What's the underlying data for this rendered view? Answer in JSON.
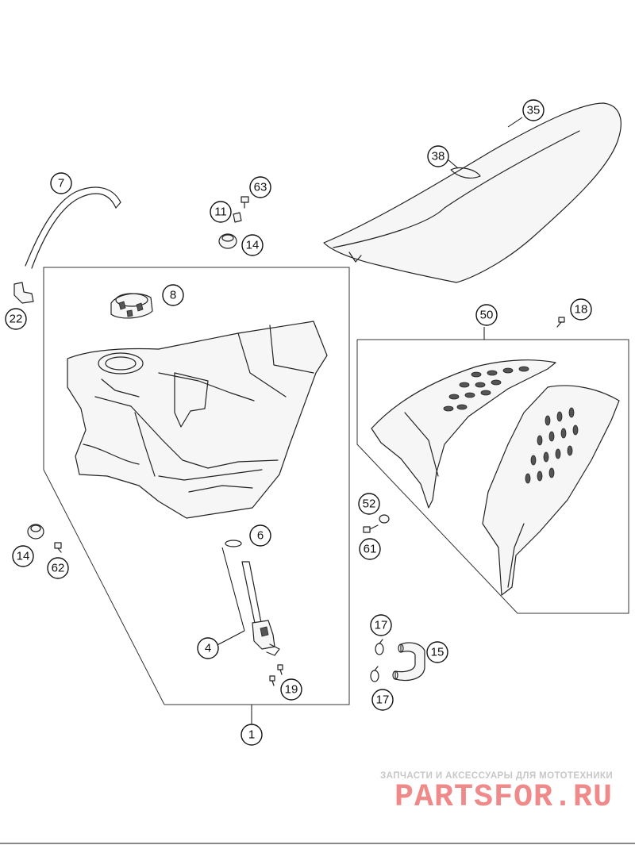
{
  "callouts": [
    {
      "id": "c1",
      "label": "1"
    },
    {
      "id": "c4",
      "label": "4"
    },
    {
      "id": "c6",
      "label": "6"
    },
    {
      "id": "c7",
      "label": "7"
    },
    {
      "id": "c8",
      "label": "8"
    },
    {
      "id": "c11",
      "label": "11"
    },
    {
      "id": "c14a",
      "label": "14"
    },
    {
      "id": "c14b",
      "label": "14"
    },
    {
      "id": "c15",
      "label": "15"
    },
    {
      "id": "c17a",
      "label": "17"
    },
    {
      "id": "c17b",
      "label": "17"
    },
    {
      "id": "c18",
      "label": "18"
    },
    {
      "id": "c19",
      "label": "19"
    },
    {
      "id": "c22",
      "label": "22"
    },
    {
      "id": "c35",
      "label": "35"
    },
    {
      "id": "c38",
      "label": "38"
    },
    {
      "id": "c50",
      "label": "50"
    },
    {
      "id": "c52",
      "label": "52"
    },
    {
      "id": "c61",
      "label": "61"
    },
    {
      "id": "c62",
      "label": "62"
    },
    {
      "id": "c63",
      "label": "63"
    }
  ],
  "watermark": {
    "caption": "ЗАПЧАСТИ И АКСЕССУАРЫ ДЛЯ МОТОТЕХНИКИ",
    "logo": "PARTSFOR.RU"
  },
  "colors": {
    "line": "#222222",
    "watermark_logo": "#f08a8a",
    "watermark_caption": "#c7c7c7"
  }
}
